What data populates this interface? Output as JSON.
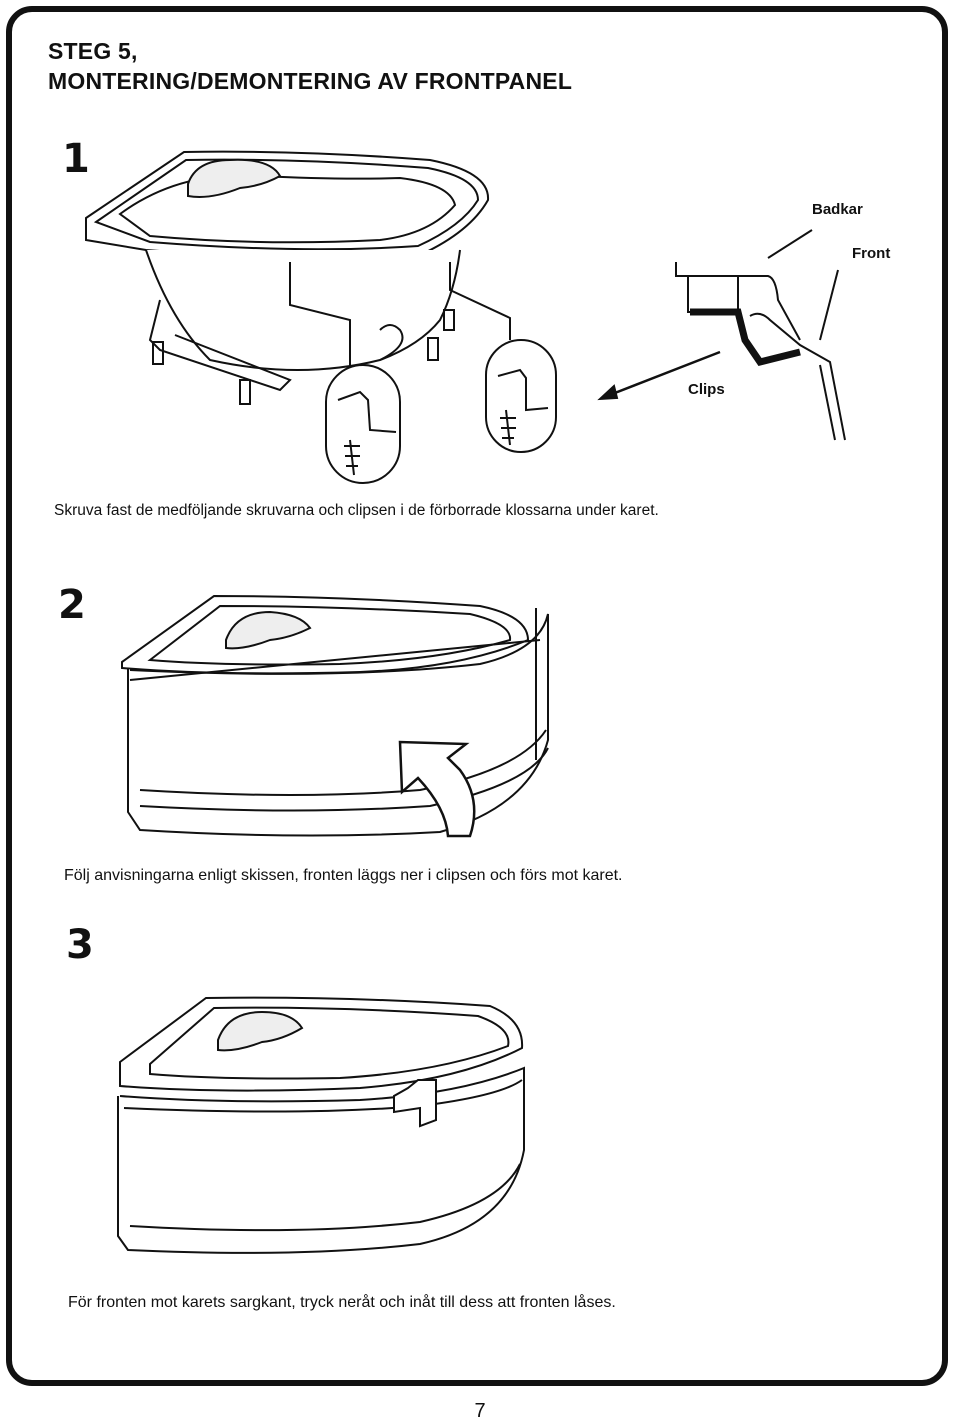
{
  "header": {
    "title_line1": "STEG 5,",
    "title_line2": "MONTERING/DEMONTERING AV FRONTPANEL"
  },
  "steps": [
    {
      "number": "1",
      "caption": "Skruva fast de medföljande skruvarna och clipsen i de förborrade klossarna under karet.",
      "detail_labels": {
        "tub": "Badkar",
        "front": "Front",
        "clips": "Clips"
      }
    },
    {
      "number": "2",
      "caption": "Följ anvisningarna enligt skissen, fronten läggs ner i clipsen och förs mot karet."
    },
    {
      "number": "3",
      "caption": "För fronten mot karets sargkant, tryck neråt och inåt till dess att fronten låses."
    }
  ],
  "footer": {
    "page_number": "7"
  }
}
